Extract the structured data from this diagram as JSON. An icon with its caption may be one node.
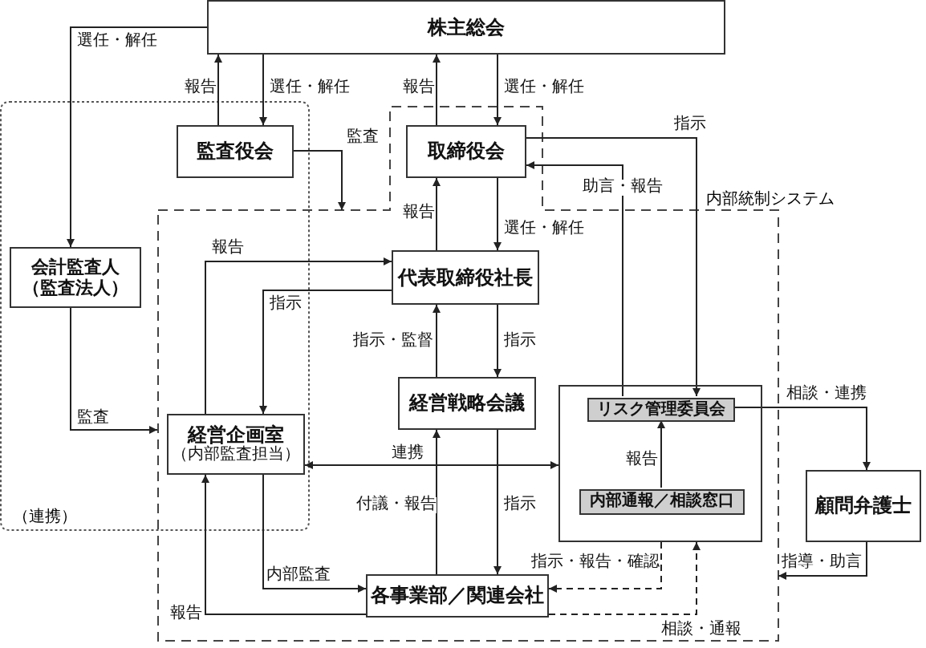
{
  "diagram": {
    "nodes": [
      {
        "text": [
          "株主総会"
        ]
      },
      {
        "text": [
          "（連携）"
        ]
      },
      {
        "text": [
          "監査役会"
        ],
        "in": 1
      },
      {
        "text": [
          "内部統制システム"
        ]
      },
      {
        "text": [
          "取締役会"
        ],
        "in": 3
      },
      {
        "text": [
          "代表取締役社長"
        ],
        "in": 3
      },
      {
        "text": [
          "会計監査人（監査法人）"
        ],
        "in": 1
      },
      {
        "text": [
          "経営企画室",
          "（内部監査担当）"
        ]
      },
      {
        "text": [
          "経営戦略会議"
        ],
        "in": 3
      },
      {
        "text": [],
        "shape": "box",
        "in": 3
      },
      {
        "text": [
          "リスク管理委員会"
        ],
        "in": 9
      },
      {
        "text": [
          "内部通報／相談窓口"
        ],
        "in": 9
      },
      {
        "text": [
          "顧問弁護士"
        ]
      },
      {
        "text": [
          "各事業部／関連会社"
        ],
        "in": 3
      }
    ],
    "edges": [
      {
        "from": 0,
        "to": 6,
        "arrow": "to",
        "label": "選任・解任"
      },
      {
        "from": 2,
        "to": 0,
        "arrow": "to",
        "label": "報告"
      },
      {
        "from": 0,
        "to": 2,
        "arrow": "to",
        "label": "選任・解任"
      },
      {
        "from": 4,
        "to": 0,
        "arrow": "to",
        "label": "報告"
      },
      {
        "from": 0,
        "to": 4,
        "arrow": "to",
        "label": "選任・解任"
      },
      {
        "from": 2,
        "to": 3,
        "arrow": "to",
        "label": "監査"
      },
      {
        "from": 4,
        "to": 10,
        "arrow": "to",
        "label": "指示"
      },
      {
        "from": 10,
        "to": 4,
        "arrow": "to",
        "label": "助言・報告"
      },
      {
        "from": 5,
        "to": 4,
        "arrow": "to",
        "label": "報告"
      },
      {
        "from": 4,
        "to": 5,
        "arrow": "to",
        "label": "選任・解任"
      },
      {
        "from": 7,
        "to": 5,
        "arrow": "to",
        "label": "報告"
      },
      {
        "from": 5,
        "to": 7,
        "arrow": "to",
        "label": "指示"
      },
      {
        "from": 8,
        "to": 5,
        "arrow": "to",
        "label": "指示・監督"
      },
      {
        "from": 5,
        "to": 8,
        "arrow": "to",
        "label": "指示"
      },
      {
        "from": 6,
        "to": 3,
        "arrow": "to",
        "label": "監査"
      },
      {
        "from": 7,
        "to": 9,
        "arrow": "both",
        "label": "連携"
      },
      {
        "from": 13,
        "to": 8,
        "arrow": "to",
        "label": "付議・報告"
      },
      {
        "from": 8,
        "to": 13,
        "arrow": "to",
        "label": "指示"
      },
      {
        "from": 7,
        "to": 13,
        "arrow": "to",
        "label": "内部監査"
      },
      {
        "from": 13,
        "to": 7,
        "arrow": "to",
        "label": "報告"
      },
      {
        "from": 11,
        "to": 10,
        "arrow": "to",
        "label": "報告"
      },
      {
        "from": 10,
        "to": 12,
        "arrow": "to",
        "label": "相談・連携"
      },
      {
        "from": 12,
        "to": 3,
        "arrow": "to",
        "label": "指導・助言"
      },
      {
        "from": 9,
        "to": 13,
        "arrow": "to",
        "label": "指示・報告・確認",
        "style": "dashed"
      },
      {
        "from": 13,
        "to": 9,
        "arrow": "to",
        "label": "相談・通報",
        "style": "dashed"
      }
    ]
  }
}
